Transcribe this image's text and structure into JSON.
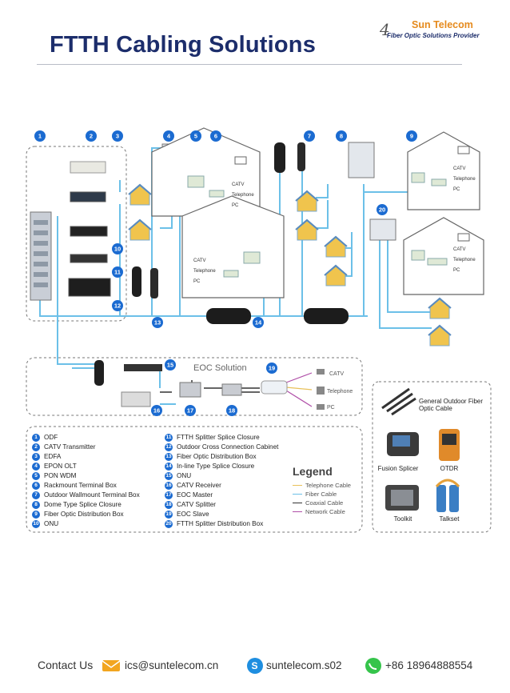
{
  "header": {
    "title": "FTTH Cabling Solutions",
    "brand_mark": "4",
    "brand_name": "Sun Telecom",
    "brand_tagline": "Fiber Optic Solutions Provider"
  },
  "callout_numbers": [
    "1",
    "2",
    "3",
    "4",
    "5",
    "6",
    "7",
    "8",
    "9",
    "10",
    "11",
    "12",
    "13",
    "14",
    "15",
    "16",
    "17",
    "18",
    "19",
    "20"
  ],
  "house_labels": {
    "catv": "CATV",
    "telephone": "Telephone",
    "pc": "PC"
  },
  "eoc": {
    "title": "EOC Solution",
    "catv": "CATV",
    "telephone": "Telephone",
    "pc": "PC"
  },
  "legend_items_left": [
    {
      "n": "1",
      "label": "ODF"
    },
    {
      "n": "2",
      "label": "CATV Transmitter"
    },
    {
      "n": "3",
      "label": "EDFA"
    },
    {
      "n": "4",
      "label": "EPON OLT"
    },
    {
      "n": "5",
      "label": "PON WDM"
    },
    {
      "n": "6",
      "label": "Rackmount Terminal Box"
    },
    {
      "n": "7",
      "label": "Outdoor Wallmount Terminal Box"
    },
    {
      "n": "8",
      "label": "Dome Type Splice Closure"
    },
    {
      "n": "9",
      "label": "Fiber Optic Distribution Box"
    },
    {
      "n": "10",
      "label": "ONU"
    }
  ],
  "legend_items_right": [
    {
      "n": "11",
      "label": "FTTH Splitter Splice Closure"
    },
    {
      "n": "12",
      "label": "Outdoor Cross Connection Cabinet"
    },
    {
      "n": "13",
      "label": "Fiber Optic Distribution Box"
    },
    {
      "n": "14",
      "label": "In-line Type Splice Closure"
    },
    {
      "n": "15",
      "label": "ONU"
    },
    {
      "n": "16",
      "label": "CATV Receiver"
    },
    {
      "n": "17",
      "label": "EOC Master"
    },
    {
      "n": "18",
      "label": "CATV Splitter"
    },
    {
      "n": "19",
      "label": "EOC Slave"
    },
    {
      "n": "20",
      "label": "FTTH Splitter Distribution Box"
    }
  ],
  "cable_legend": {
    "title": "Legend",
    "items": [
      {
        "label": "Telephone Cable",
        "color": "#e8c15a"
      },
      {
        "label": "Fiber Cable",
        "color": "#6cc0e8"
      },
      {
        "label": "Coaxial Cable",
        "color": "#333333"
      },
      {
        "label": "Network Cable",
        "color": "#b04fa8"
      }
    ]
  },
  "tools": {
    "cable": "General Outdoor Fiber Optic Cable",
    "splicer": "Fusion Splicer",
    "otdr": "OTDR",
    "toolkit": "Toolkit",
    "talkset": "Talkset"
  },
  "contact": {
    "label": "Contact Us",
    "email": "ics@suntelecom.cn",
    "skype": "suntelecom.s02",
    "phone": "+86 18964888554"
  },
  "colors": {
    "fiber": "#6cc0e8",
    "callout": "#1b6bd1",
    "title": "#1c2d6b",
    "accent": "#e58a1d"
  }
}
